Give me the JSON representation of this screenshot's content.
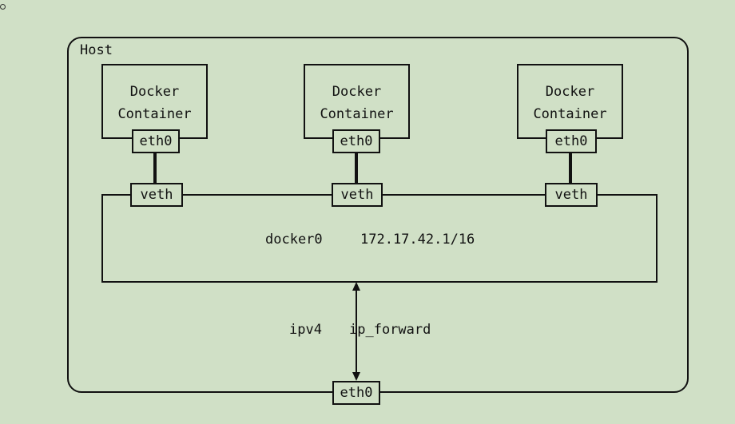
{
  "host": {
    "label": "Host"
  },
  "containers": [
    {
      "line1": "Docker",
      "line2": "Container",
      "eth": "eth0",
      "veth": "veth"
    },
    {
      "line1": "Docker",
      "line2": "Container",
      "eth": "eth0",
      "veth": "veth"
    },
    {
      "line1": "Docker",
      "line2": "Container",
      "eth": "eth0",
      "veth": "veth"
    }
  ],
  "bridge": {
    "name": "docker0",
    "address": "172.17.42.1/16"
  },
  "forwarding": {
    "left": "ipv4",
    "right": "ip_forward"
  },
  "host_eth": "eth0"
}
